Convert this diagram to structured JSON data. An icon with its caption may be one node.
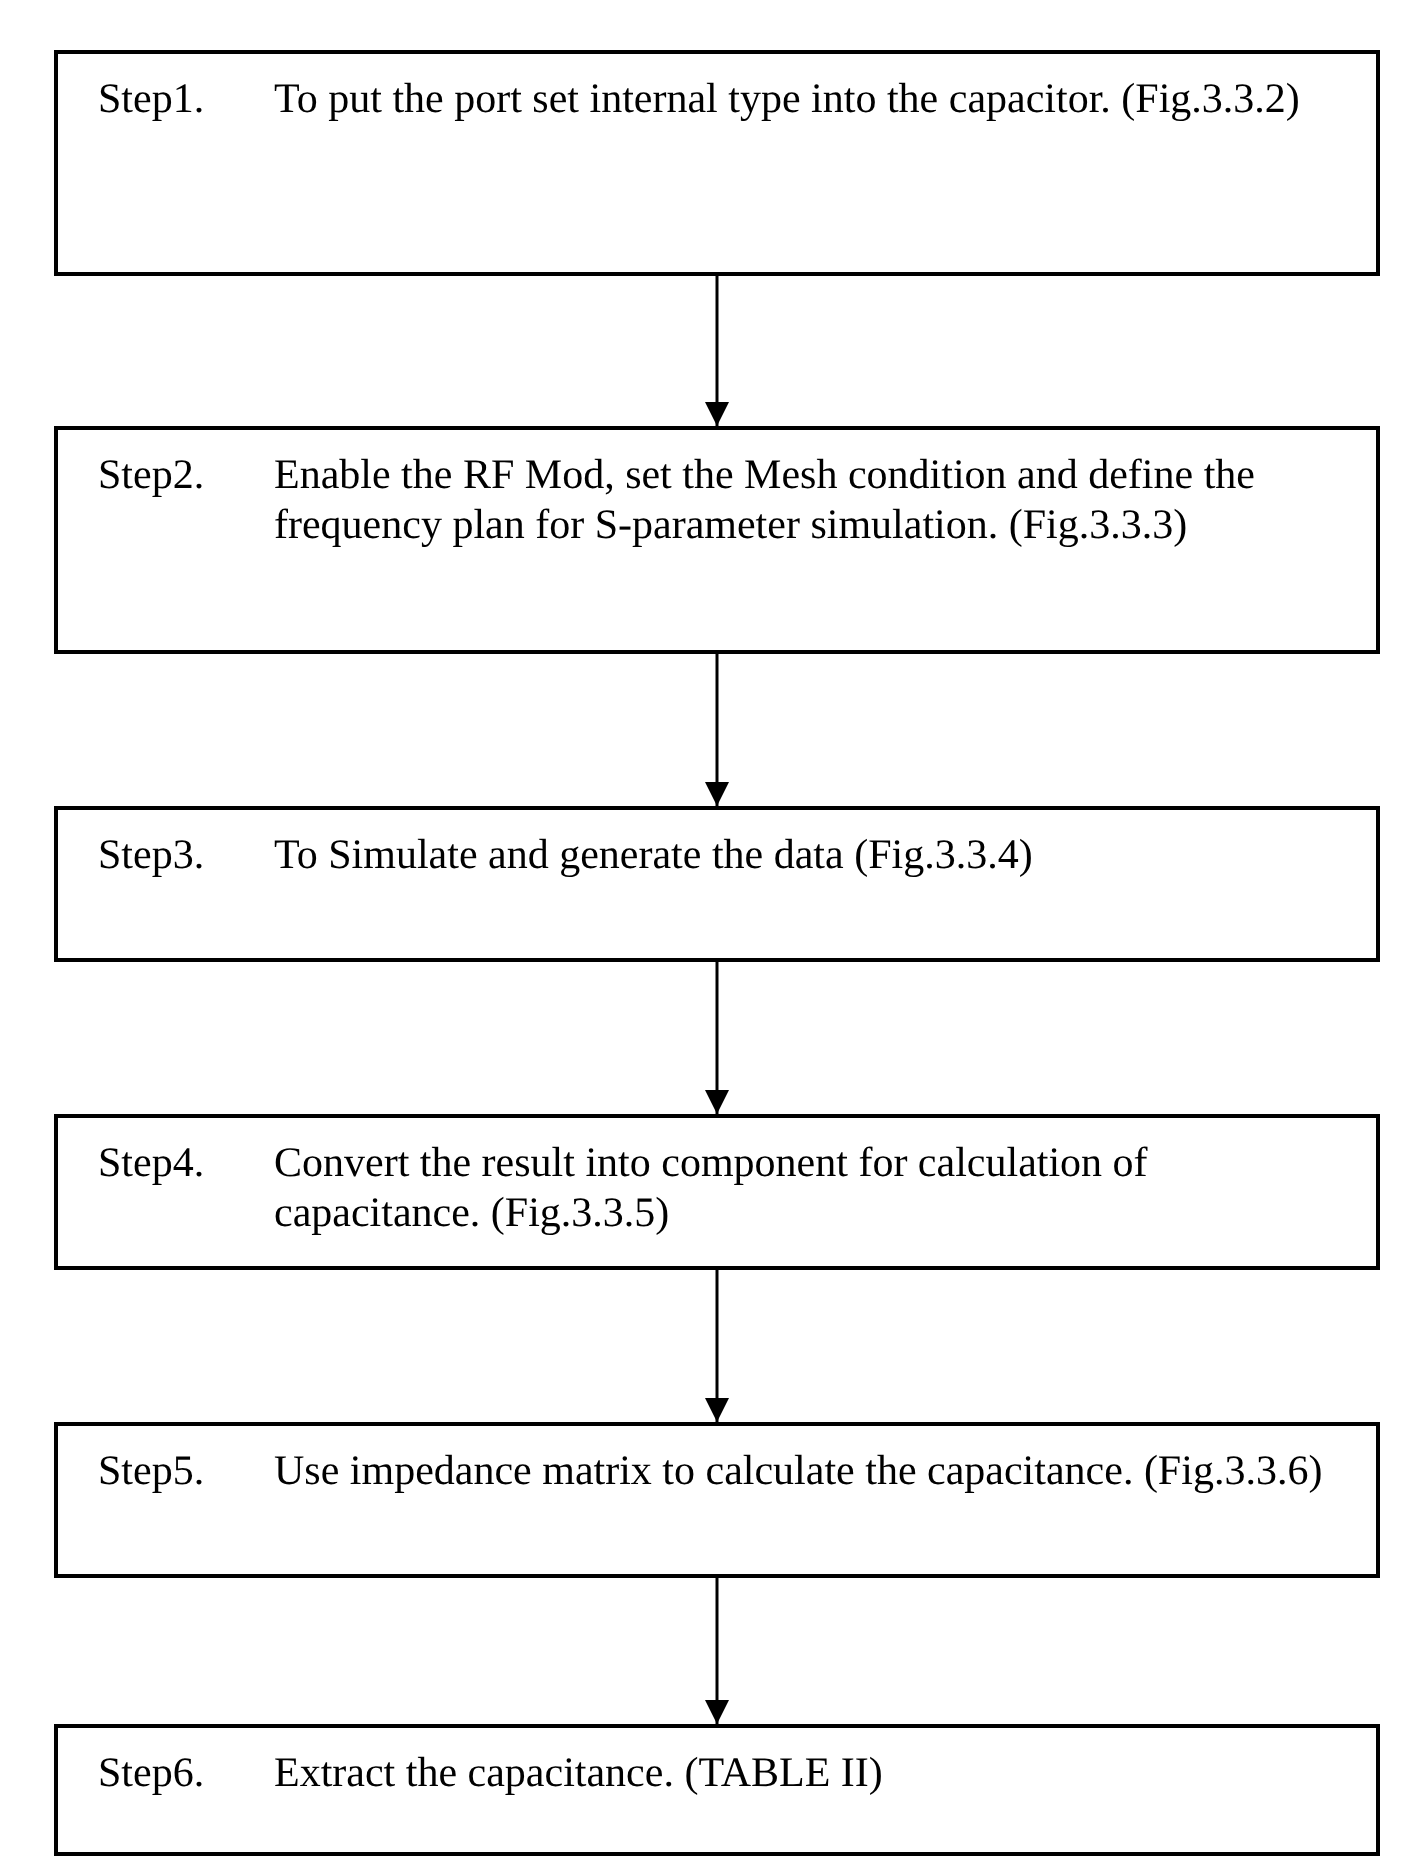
{
  "diagram": {
    "nodes": [
      {
        "text": [
          "Step1.",
          "To put the port set internal type into the capacitor. (Fig.3.3.2)"
        ]
      },
      {
        "text": [
          "Step2.",
          "Enable the RF Mod, set the Mesh condition and define the frequency plan for S-parameter simulation. (Fig.3.3.3)"
        ]
      },
      {
        "text": [
          "Step3.",
          "To Simulate and generate the data (Fig.3.3.4)"
        ]
      },
      {
        "text": [
          "Step4.",
          "Convert the result into component for calculation of capacitance. (Fig.3.3.5)"
        ]
      },
      {
        "text": [
          "Step5.",
          "Use impedance matrix to calculate the capacitance. (Fig.3.3.6)"
        ]
      },
      {
        "text": [
          "Step6.",
          "Extract the capacitance. (TABLE II)"
        ]
      }
    ],
    "edges": [
      {
        "from": 0,
        "to": 1,
        "arrow": "to"
      },
      {
        "from": 1,
        "to": 2,
        "arrow": "to"
      },
      {
        "from": 2,
        "to": 3,
        "arrow": "to"
      },
      {
        "from": 3,
        "to": 4,
        "arrow": "to"
      },
      {
        "from": 4,
        "to": 5,
        "arrow": "to"
      }
    ]
  }
}
